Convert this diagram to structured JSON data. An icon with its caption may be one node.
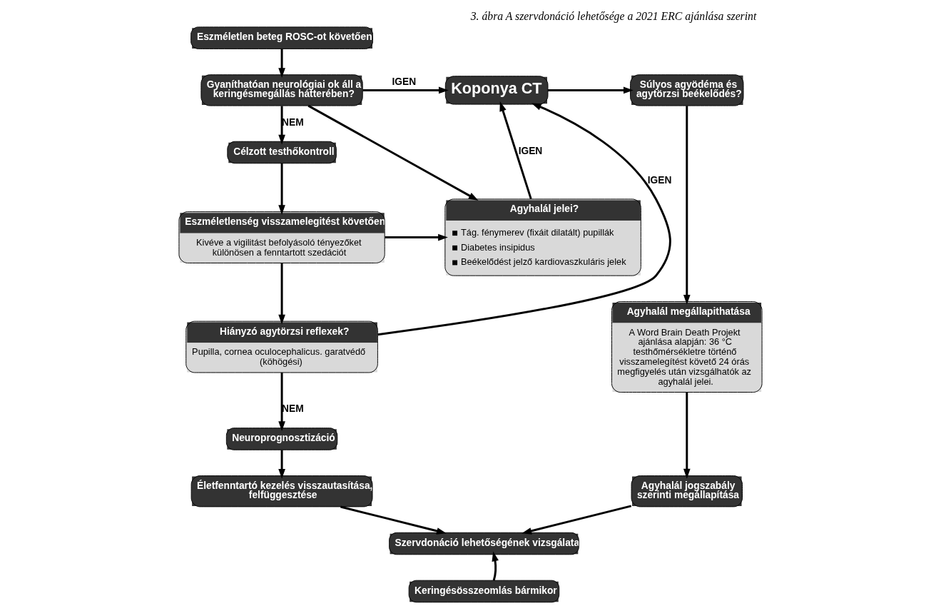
{
  "diagram": {
    "title": "3. ábra A szervdonáció lehetősége a 2021 ERC ajánlása szerint",
    "nodes": [
      {
        "text": [
          "Eszméletlen beteg ROSC-ot követően"
        ]
      },
      {
        "text": [
          "Gyaníthatóan neurológiai ok áll a keringésmegállás hátterében?"
        ]
      },
      {
        "text": [
          "Koponya CT"
        ]
      },
      {
        "text": [
          "Súlyos agyödéma és agytörzsi beékelődés?"
        ]
      },
      {
        "text": [
          "Célzott testhőkontroll"
        ]
      },
      {
        "text": [
          "Agyhalál jelei?",
          "Tág. fénymerev (fixáit dilatált) pupillák",
          "Diabetes insipidus",
          "Beékelődést jelző kardiovaszkuláris jelek"
        ]
      },
      {
        "text": [
          "Eszméletlenség visszamelegitést követően",
          "Kivéve a vigilitást befolyásoló tényezőket különösen a fenntartott szedációt"
        ]
      },
      {
        "text": [
          "Agyhalál megállapithatása",
          "A Word Brain Death Projekt ajánlása alapján: 36 °C testhőmérsékletre történő visszamelegítést követő 24 órás megfigyelés után vizsgálhatók az agyhalál jelei."
        ]
      },
      {
        "text": [
          "Hiányzó agytörzsi reflexek?",
          "Pupilla, cornea oculocephalicus. garatvédő (köhögési)"
        ]
      },
      {
        "text": [
          "Neuroprognosztizáció"
        ]
      },
      {
        "text": [
          "Életfenntartó kezelés visszautasítása, felfüggesztése"
        ]
      },
      {
        "text": [
          "Agyhalál jogszabály szerinti megállapítása"
        ]
      },
      {
        "text": [
          "Szervdonáció lehetőségének vizsgálata"
        ]
      },
      {
        "text": [
          "Keringésösszeomlás bármikor"
        ]
      }
    ],
    "edges": [
      {
        "from": 0,
        "to": 1,
        "arrow": "to"
      },
      {
        "from": 1,
        "to": 2,
        "arrow": "to",
        "label": "IGEN"
      },
      {
        "from": 1,
        "to": 4,
        "arrow": "to",
        "label": "NEM"
      },
      {
        "from": 1,
        "to": 5,
        "arrow": "to"
      },
      {
        "from": 4,
        "to": 6,
        "arrow": "to"
      },
      {
        "from": 6,
        "to": 5,
        "arrow": "to"
      },
      {
        "from": 5,
        "to": 2,
        "arrow": "to",
        "label": "IGEN"
      },
      {
        "from": 2,
        "to": 3,
        "arrow": "to"
      },
      {
        "from": 6,
        "to": 8,
        "arrow": "to"
      },
      {
        "from": 8,
        "to": 2,
        "arrow": "to",
        "label": "IGEN"
      },
      {
        "from": 3,
        "to": 7,
        "arrow": "to"
      },
      {
        "from": 8,
        "to": 9,
        "arrow": "to",
        "label": "NEM"
      },
      {
        "from": 9,
        "to": 10,
        "arrow": "to"
      },
      {
        "from": 7,
        "to": 11,
        "arrow": "to"
      },
      {
        "from": 10,
        "to": 12,
        "arrow": "to"
      },
      {
        "from": 11,
        "to": 12,
        "arrow": "to"
      },
      {
        "from": 13,
        "to": 12,
        "arrow": "to"
      }
    ]
  }
}
